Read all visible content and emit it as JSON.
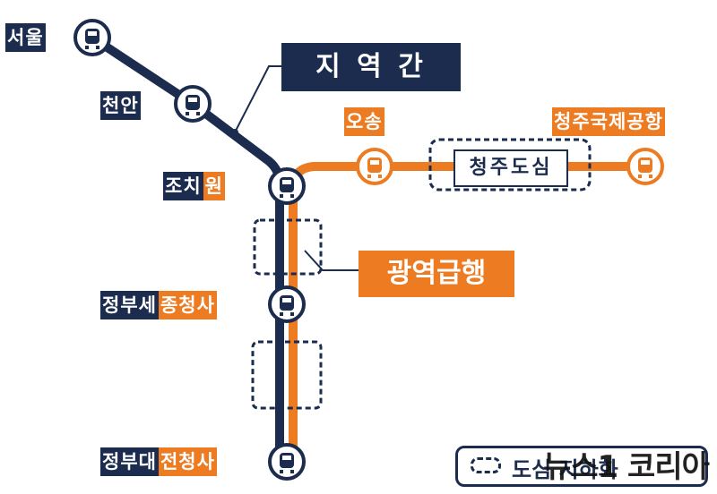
{
  "title_intercity": "지 역 간",
  "title_metro": "광역급행",
  "cheongju_downtown": "청주도심",
  "stations": {
    "seoul": "서울",
    "cheonan": "천안",
    "jochiwon_a": "조치",
    "jochiwon_b": "원",
    "sejong_a": "정부세",
    "sejong_b": "종청사",
    "daejeon_a": "정부대",
    "daejeon_b": "전청사",
    "oseong": "오송",
    "airport": "청주국제공항"
  },
  "legend": {
    "text": "도심 지하화"
  },
  "watermark": "뉴스1 코리아",
  "colors": {
    "navy": "#1b2c4e",
    "orange": "#ec7b22"
  }
}
